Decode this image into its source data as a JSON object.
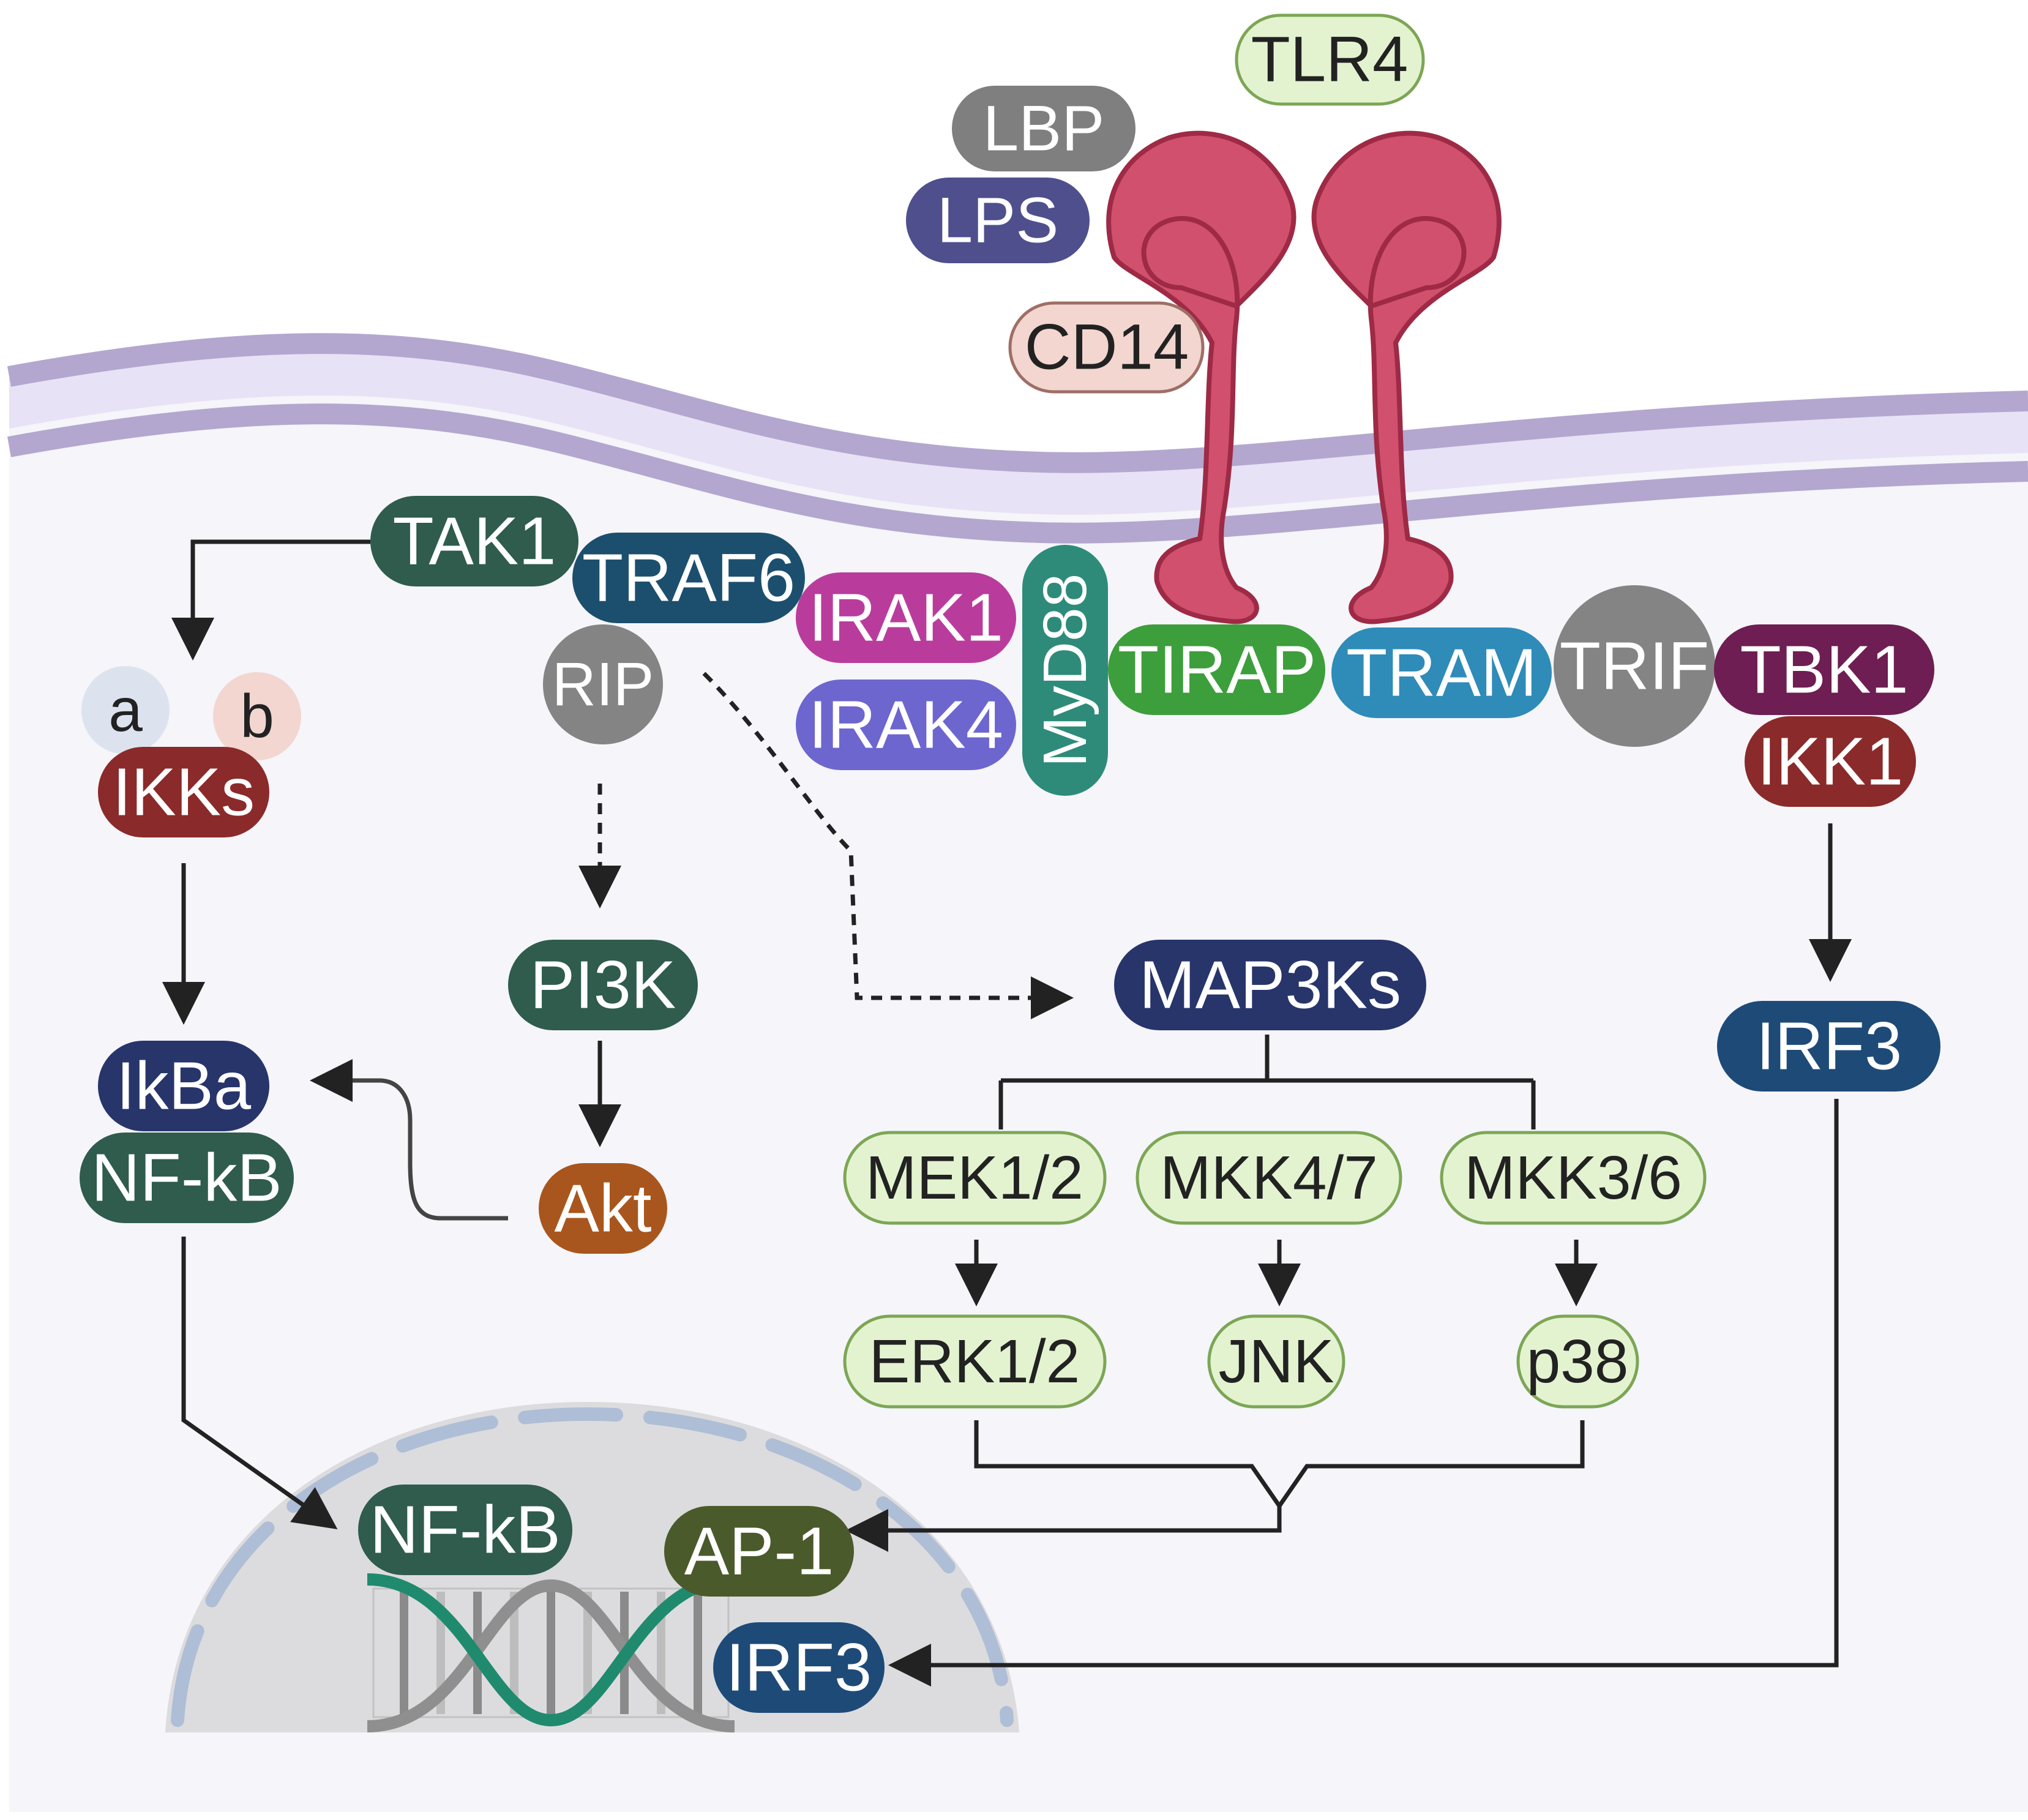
{
  "extracellular": {
    "tlr4": "TLR4",
    "lbp": "LBP",
    "lps": "LPS",
    "cd14": "CD14"
  },
  "adaptors": {
    "tak1": "TAK1",
    "traf6": "TRAF6",
    "irak1": "IRAK1",
    "irak4": "IRAK4",
    "myd88": "MyD88",
    "tirap": "TIRAP",
    "tram": "TRAM",
    "trif": "TRIF",
    "tbk1": "TBK1",
    "ikk1": "IKK1",
    "rip": "RIP"
  },
  "ikk_complex": {
    "a": "a",
    "b": "b",
    "ikks": "IKKs"
  },
  "nfkb_branch": {
    "ikba": "IkBa",
    "nfkb": "NF-kB"
  },
  "pi3k_branch": {
    "pi3k": "PI3K",
    "akt": "Akt"
  },
  "mapk_branch": {
    "map3ks": "MAP3Ks",
    "mek12": "MEK1/2",
    "mkk47": "MKK4/7",
    "mkk36": "MKK3/6",
    "erk12": "ERK1/2",
    "jnk": "JNK",
    "p38": "p38"
  },
  "irf_branch": {
    "irf3": "IRF3"
  },
  "nucleus": {
    "nfkb": "NF-kB",
    "ap1": "AP-1",
    "irf3": "IRF3"
  },
  "colors": {
    "tlr4_receptor": "#d0506e",
    "membrane": "#b3a7cf",
    "tak1": "#2f5c4c",
    "traf6": "#1c4f6e",
    "irak1": "#b93c9d",
    "irak4": "#6d66cf",
    "myd88": "#2e8b7a",
    "tirap": "#3d9e3c",
    "tram": "#2f8bb8",
    "trif": "#848484",
    "tbk1": "#6e1e52",
    "ikk_red": "#8b2a2a",
    "dark_navy": "#27356b",
    "dark_green": "#2f5c4c",
    "akt": "#a8561d",
    "ap1": "#4a5a2a",
    "irf3": "#1e4a78",
    "light_green": "#e3f3d0"
  }
}
